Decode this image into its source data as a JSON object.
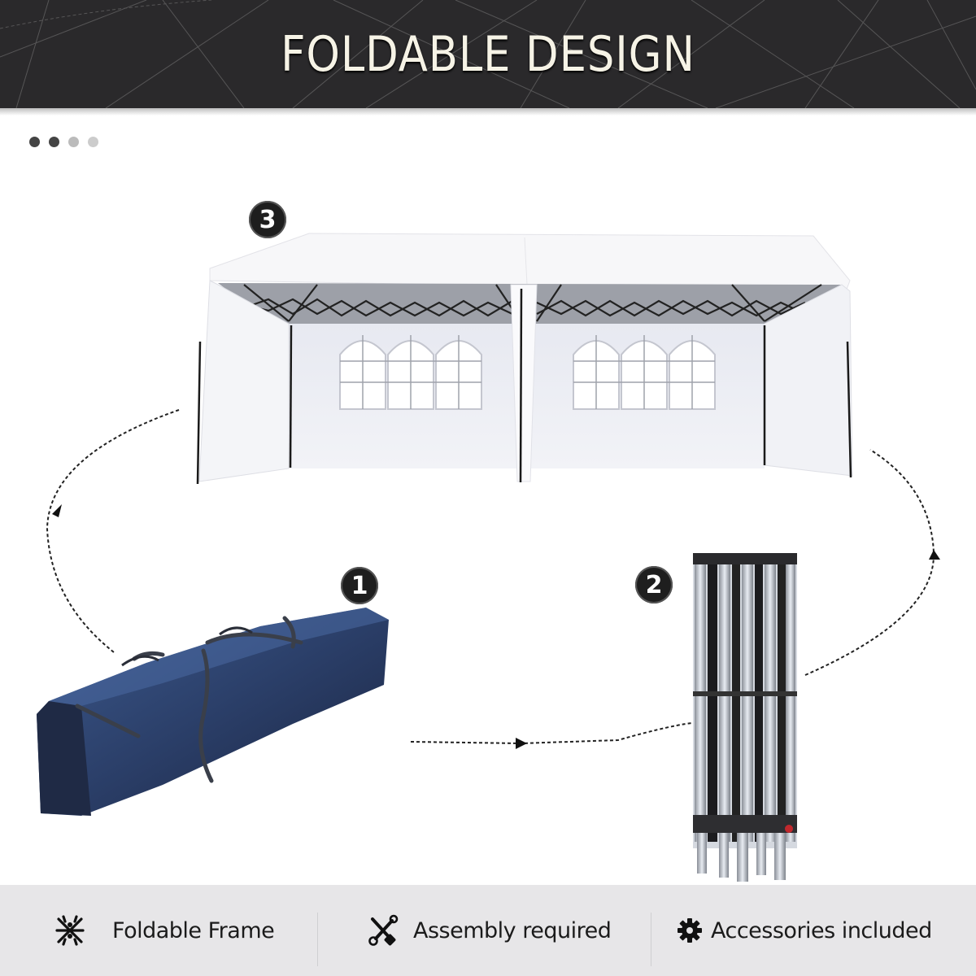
{
  "banner": {
    "title": "FOLDABLE DESIGN",
    "background_color": "#2a292b",
    "title_color": "#f6f3e6"
  },
  "pager": {
    "total": 4,
    "active_count": 2,
    "dots": [
      {
        "state": "active",
        "color": "#444444"
      },
      {
        "state": "active",
        "color": "#444444"
      },
      {
        "state": "inactive",
        "color": "#bbbbbb"
      },
      {
        "state": "inactive",
        "color": "#cccccc"
      }
    ]
  },
  "steps": [
    {
      "number": "1",
      "label": "carry-bag",
      "description": "Folded tent packed in navy carry bag",
      "bag_color": "#2c3f66"
    },
    {
      "number": "2",
      "label": "folded-frame",
      "description": "Collapsed steel frame standing upright"
    },
    {
      "number": "3",
      "label": "assembled-tent",
      "description": "Fully erected white gazebo tent with window sidewalls"
    }
  ],
  "flow": {
    "arrows": [
      {
        "from": "1",
        "to": "2",
        "style": "dashed"
      },
      {
        "from": "2",
        "to": "3",
        "style": "dashed"
      },
      {
        "from": "3",
        "to": "1",
        "style": "dashed"
      }
    ]
  },
  "features": [
    {
      "icon": "foldable-frame-icon",
      "label": "Foldable Frame"
    },
    {
      "icon": "tools-icon",
      "label": "Assembly required"
    },
    {
      "icon": "gear-icon",
      "label": "Accessories included"
    }
  ],
  "features_bar_color": "#e7e6e8"
}
